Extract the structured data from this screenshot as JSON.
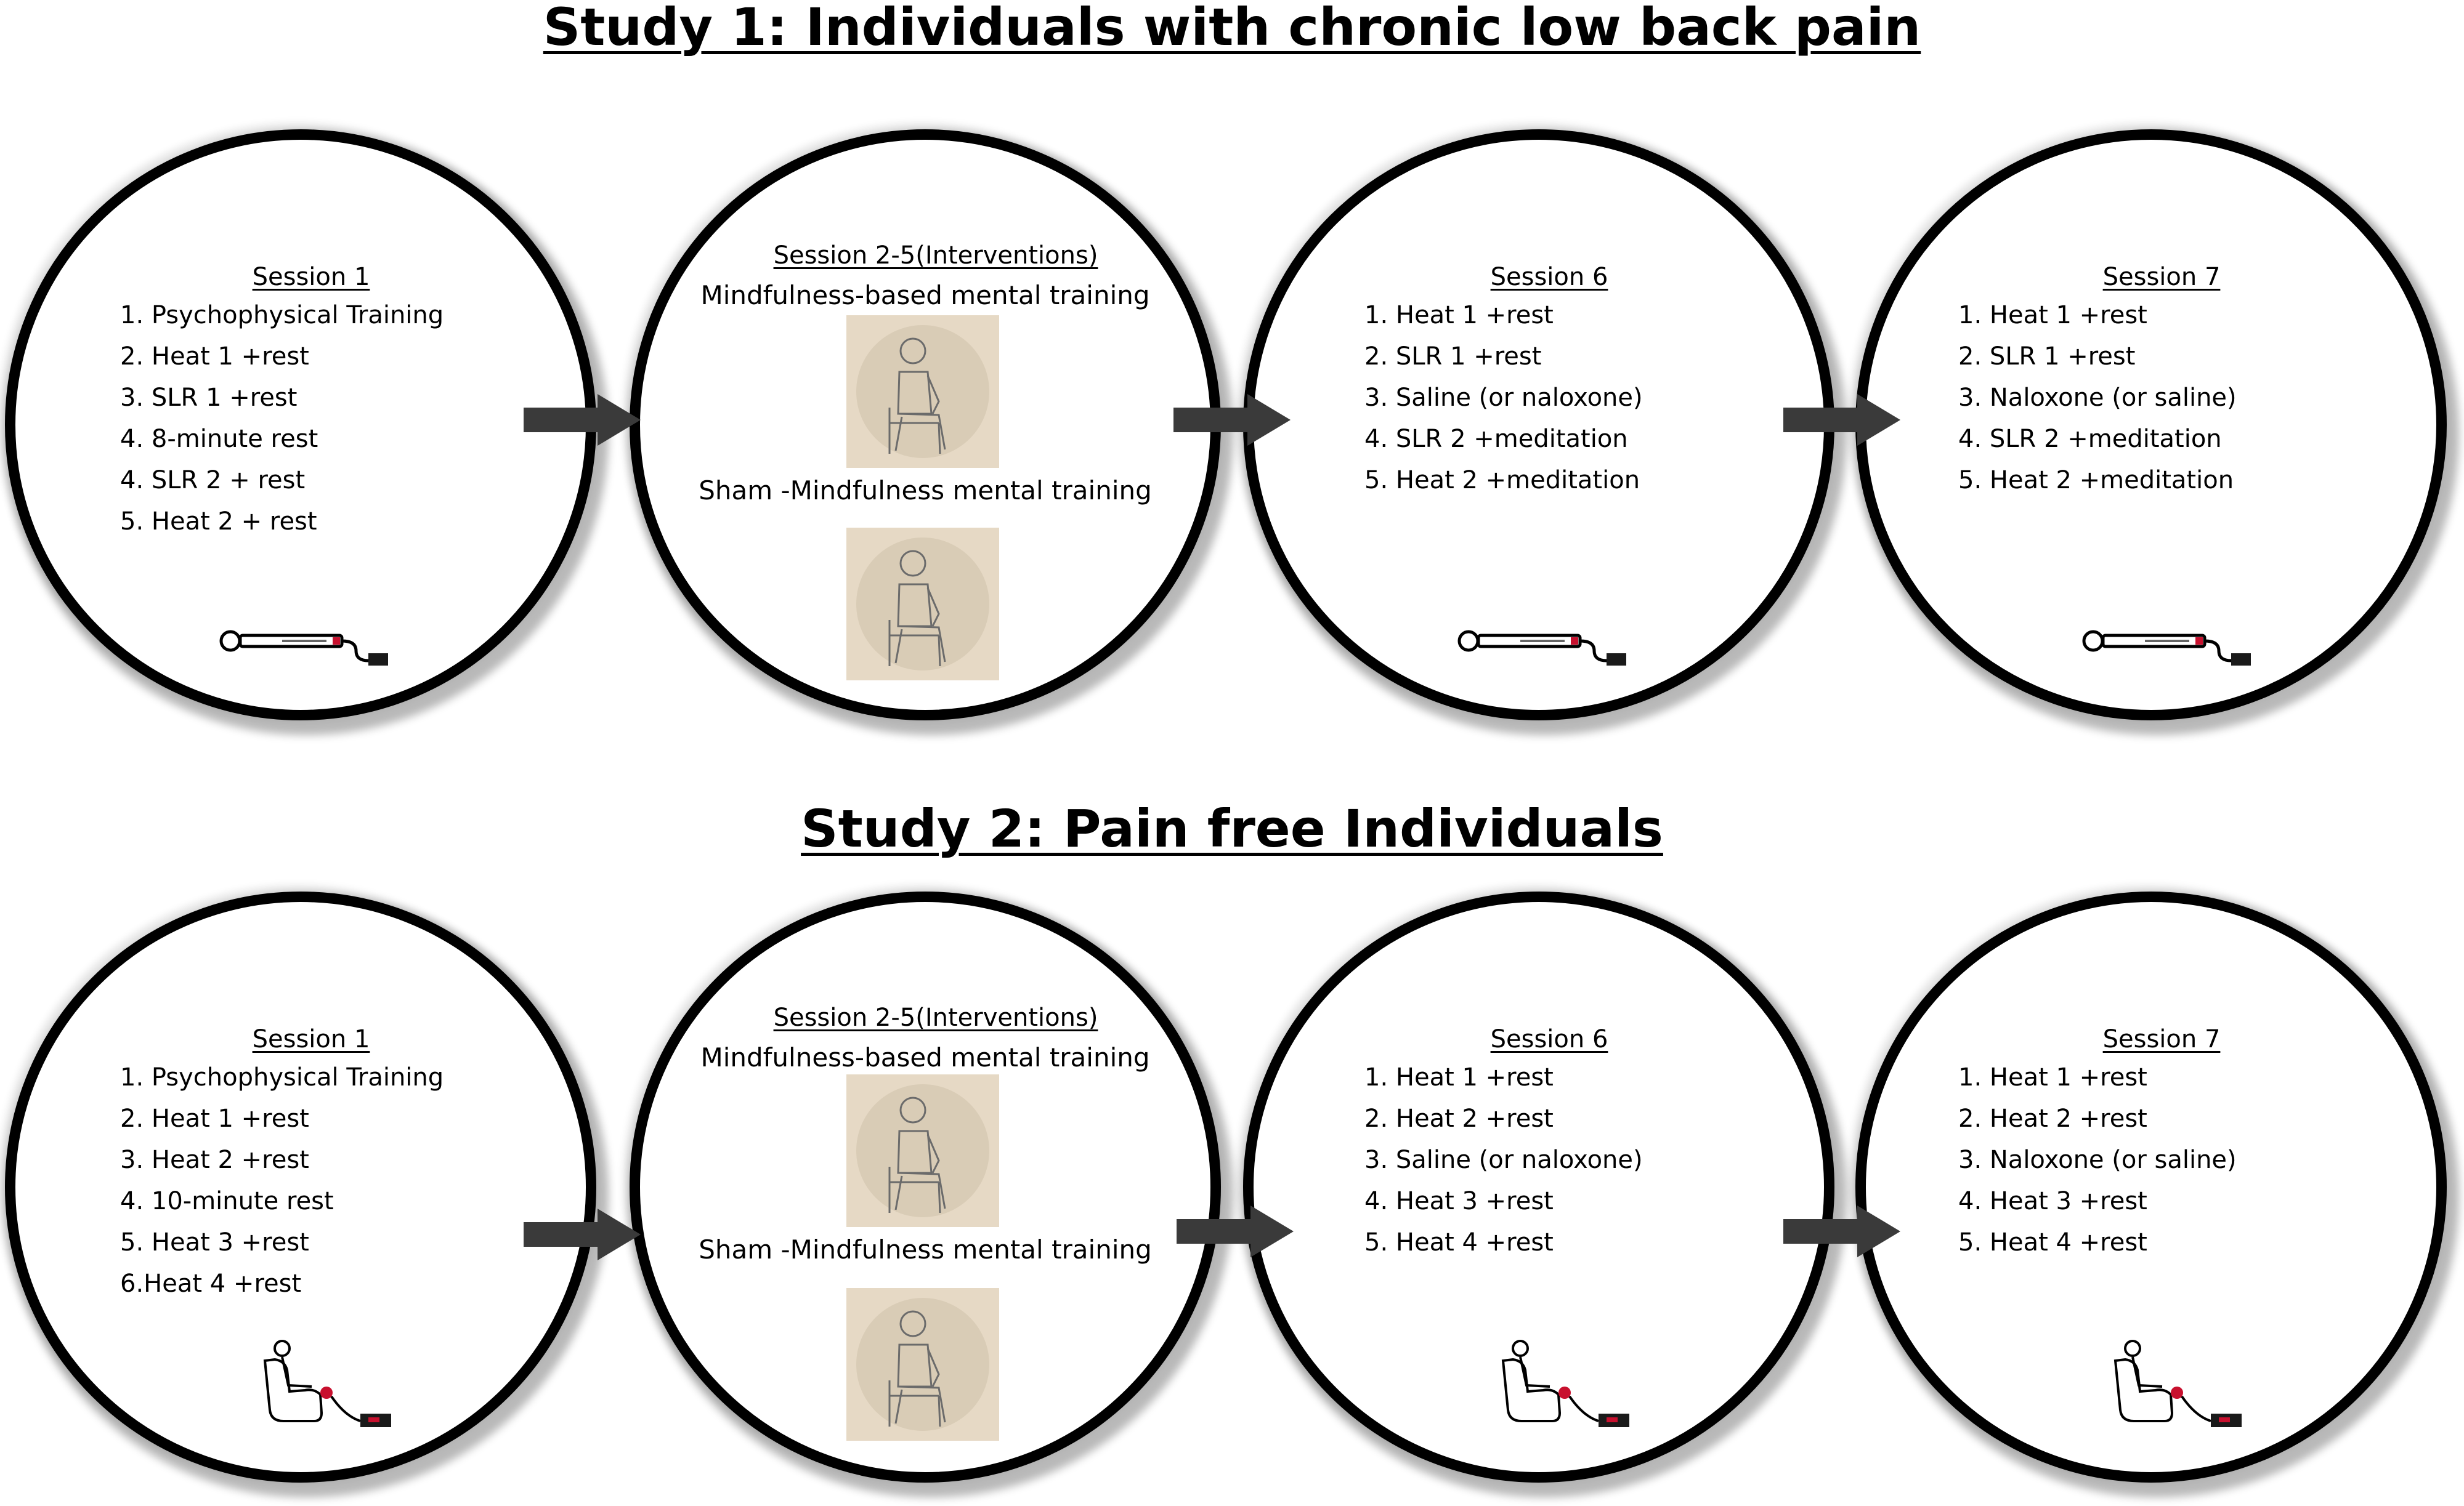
{
  "study1": {
    "title": "Study 1: Individuals with chronic low back pain",
    "sessions": [
      {
        "title": "Session 1",
        "steps": [
          "1. Psychophysical Training",
          "2. Heat 1 +rest",
          "3. SLR 1 +rest",
          "4. 8-minute rest",
          "4. SLR 2 + rest",
          "5. Heat 2 + rest"
        ],
        "equipment_icon": "algometer-icon"
      },
      {
        "title": "Session 2-5(Interventions)",
        "mindfulness_label": "Mindfulness-based mental training",
        "sham_label": "Sham -Mindfulness mental training",
        "photo_icon": "seated-man-icon"
      },
      {
        "title": "Session 6",
        "steps": [
          "1. Heat 1 +rest",
          "2. SLR 1 +rest",
          "3. Saline (or naloxone)",
          "4. SLR 2 +meditation",
          "5. Heat 2 +meditation"
        ],
        "equipment_icon": "algometer-icon"
      },
      {
        "title": "Session 7",
        "steps": [
          "1. Heat 1 +rest",
          "2. SLR 1 +rest",
          "3. Naloxone (or saline)",
          "4. SLR 2 +meditation",
          "5. Heat 2 +meditation"
        ],
        "equipment_icon": "algometer-icon"
      }
    ]
  },
  "study2": {
    "title": "Study 2: Pain free Individuals",
    "sessions": [
      {
        "title": "Session 1",
        "steps": [
          "1. Psychophysical Training",
          "2. Heat 1 +rest",
          "3. Heat 2 +rest",
          "4. 10-minute rest",
          "5. Heat 3 +rest",
          "6.Heat 4 +rest"
        ],
        "equipment_icon": "thermal-stimulator-chair-icon"
      },
      {
        "title": "Session 2-5(Interventions)",
        "mindfulness_label": "Mindfulness-based mental training",
        "sham_label": "Sham -Mindfulness mental training",
        "photo_icon": "seated-man-icon"
      },
      {
        "title": "Session 6",
        "steps": [
          "1. Heat 1 +rest",
          "2. Heat 2 +rest",
          "3. Saline (or naloxone)",
          "4. Heat 3 +rest",
          "5. Heat 4 +rest"
        ],
        "equipment_icon": "thermal-stimulator-chair-icon"
      },
      {
        "title": "Session 7",
        "steps": [
          "1. Heat 1 +rest",
          "2. Heat 2 +rest",
          "3. Naloxone (or saline)",
          "4. Heat 3 +rest",
          "5. Heat 4 +rest"
        ],
        "equipment_icon": "thermal-stimulator-chair-icon"
      }
    ]
  },
  "colors": {
    "circle_border": "#000000",
    "arrow_fill": "#3a3a3a",
    "photo_background": "#e6d9c5",
    "device_accent": "#c8102e"
  }
}
